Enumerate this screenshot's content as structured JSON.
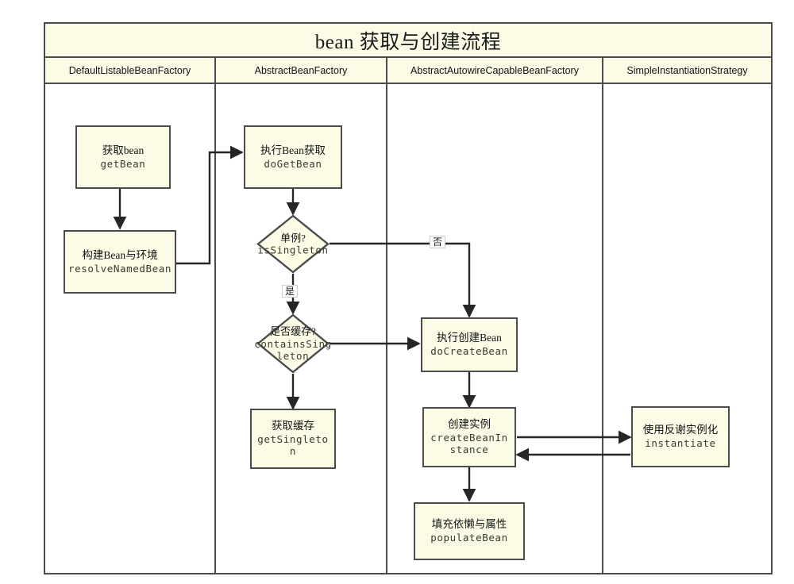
{
  "diagram": {
    "title": "bean 获取与创建流程",
    "lanes": [
      {
        "id": "lane-default-listable-bean-factory",
        "label": "DefaultListableBeanFactory"
      },
      {
        "id": "lane-abstract-bean-factory",
        "label": "AbstractBeanFactory"
      },
      {
        "id": "lane-abstract-autowire-capable-bean-factory",
        "label": "AbstractAutowireCapableBeanFactory"
      },
      {
        "id": "lane-simple-instantiation-strategy",
        "label": "SimpleInstantiationStrategy"
      }
    ],
    "nodes": [
      {
        "id": "get-bean",
        "type": "process",
        "cn": "获取bean",
        "en": "getBean"
      },
      {
        "id": "resolve-named-bean",
        "type": "process",
        "cn": "构建Bean与环境",
        "en": "resolveNamedBean"
      },
      {
        "id": "do-get-bean",
        "type": "process",
        "cn": "执行Bean获取",
        "en": "doGetBean"
      },
      {
        "id": "is-singleton",
        "type": "decision",
        "cn": "单例?",
        "en": "isSingleton"
      },
      {
        "id": "contains-singleton",
        "type": "decision",
        "cn": "是否缓存?",
        "en": "containsSingleton"
      },
      {
        "id": "get-singleton",
        "type": "process",
        "cn": "获取缓存",
        "en": "getSingleton"
      },
      {
        "id": "do-create-bean",
        "type": "process",
        "cn": "执行创建Bean",
        "en": "doCreateBean"
      },
      {
        "id": "create-bean-instance",
        "type": "process",
        "cn": "创建实例",
        "en": "createBeanInstance"
      },
      {
        "id": "populate-bean",
        "type": "process",
        "cn": "填充依懒与属性",
        "en": "populateBean"
      },
      {
        "id": "instantiate",
        "type": "process",
        "cn": "使用反谢实例化",
        "en": "instantiate"
      }
    ],
    "edge_labels": {
      "no": "否",
      "yes": "是"
    },
    "colors": {
      "node_fill": "#fbfbe6",
      "node_stroke": "#4b4b4b",
      "edge_stroke": "#262626",
      "canvas": "#ffffff"
    }
  }
}
